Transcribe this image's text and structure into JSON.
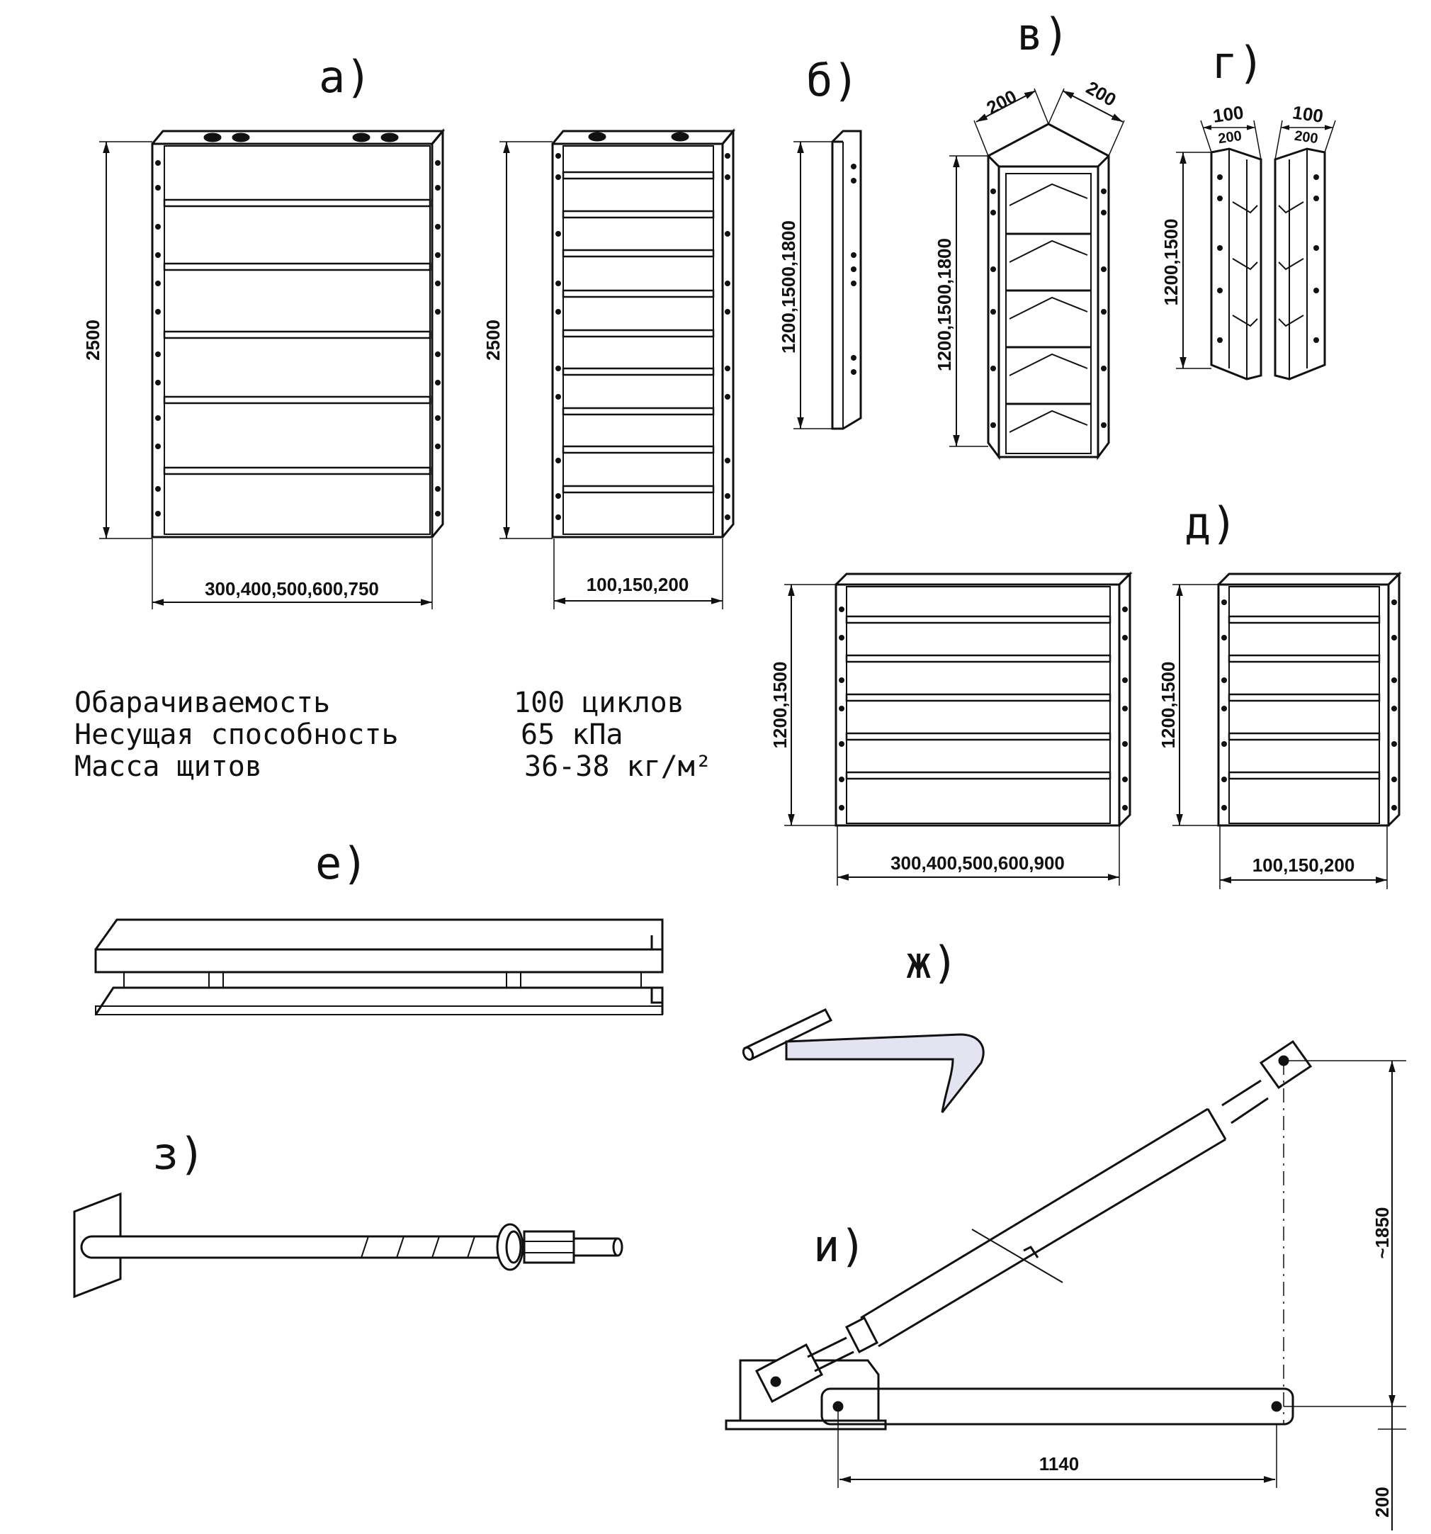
{
  "part_labels": {
    "a": "а)",
    "b": "б)",
    "v": "в)",
    "g": "г)",
    "d": "д)",
    "e": "е)",
    "zh": "ж)",
    "z": "з)",
    "i": "и)"
  },
  "dimensions": {
    "a_height": "2500",
    "a_width_large": "300,400,500,600,750",
    "a_height_small": "2500",
    "a_width_small": "100,150,200",
    "b_height": "1200,1500,1800",
    "v_height": "1200,1500,1800",
    "v_side_1": "200",
    "v_side_2": "200",
    "g_height": "1200,1500",
    "g_left_top": "100",
    "g_left_bottom": "200",
    "g_right_top": "100",
    "g_right_bottom": "200",
    "d_height_large": "1200,1500",
    "d_width_large": "300,400,500,600,900",
    "d_height_small": "1200,1500",
    "d_width_small": "100,150,200",
    "i_width": "1140",
    "i_height": "~1850",
    "i_base": "200"
  },
  "specs": [
    {
      "name": "Обарачиваемость",
      "value": "100 циклов"
    },
    {
      "name": "Несущая способность",
      "value": "65 кПа"
    },
    {
      "name": "Масса щитов",
      "value": "36-38 кг/м²"
    }
  ],
  "colors": {
    "line": "#111111",
    "hook_fill": "#e4e4f0",
    "background": "#ffffff"
  }
}
